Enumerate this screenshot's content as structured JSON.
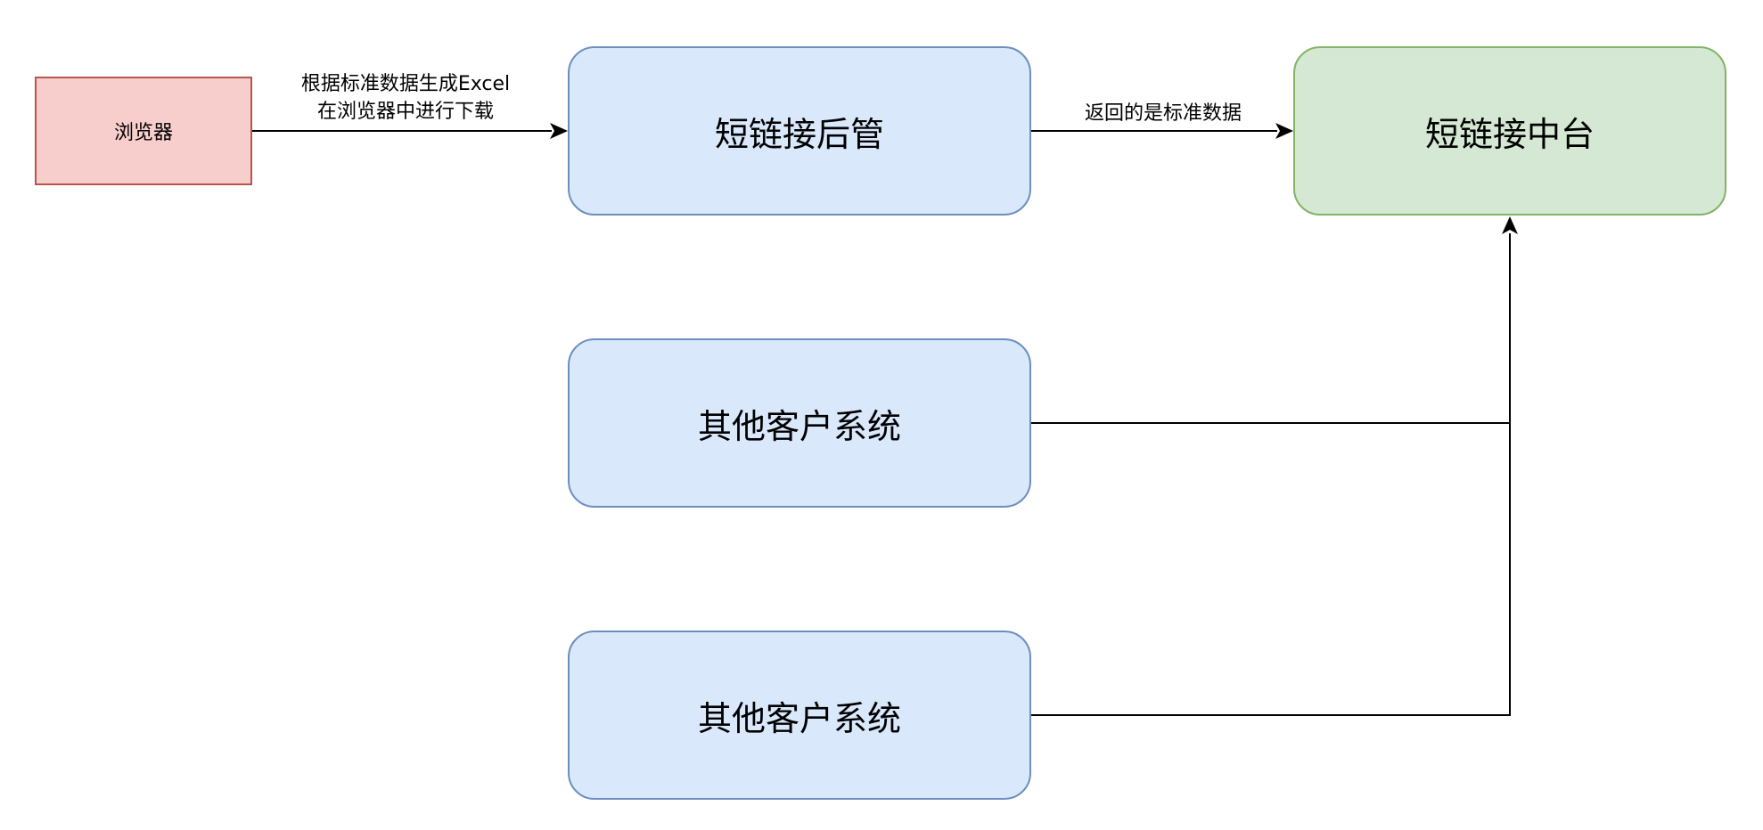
{
  "diagram": {
    "nodes": {
      "browser": {
        "label": "浏览器",
        "fill": "#f8cecc",
        "stroke": "#b85450"
      },
      "backend": {
        "label": "短链接后管",
        "fill": "#dae8fc",
        "stroke": "#6c8ebf"
      },
      "platform": {
        "label": "短链接中台",
        "fill": "#d5e8d4",
        "stroke": "#82b366"
      },
      "client_system_1": {
        "label": "其他客户系统",
        "fill": "#dae8fc",
        "stroke": "#6c8ebf"
      },
      "client_system_2": {
        "label": "其他客户系统",
        "fill": "#dae8fc",
        "stroke": "#6c8ebf"
      }
    },
    "edges": {
      "browser_to_backend": {
        "from": "browser",
        "to": "backend",
        "label_line1": "根据标准数据生成Excel",
        "label_line2": "在浏览器中进行下载"
      },
      "backend_to_platform": {
        "from": "backend",
        "to": "platform",
        "label": "返回的是标准数据"
      },
      "client1_to_platform": {
        "from": "client_system_1",
        "to": "platform"
      },
      "client2_to_platform": {
        "from": "client_system_2",
        "to": "platform"
      }
    }
  }
}
